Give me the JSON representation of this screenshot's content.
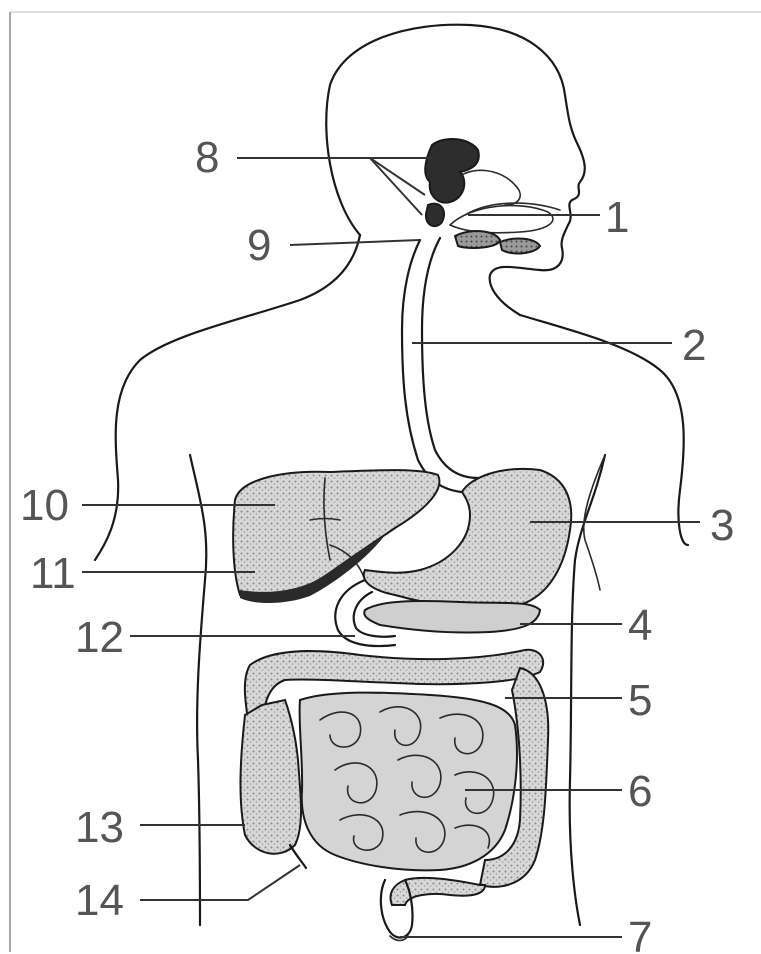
{
  "diagram": {
    "labels": [
      "1",
      "2",
      "3",
      "4",
      "5",
      "6",
      "7",
      "8",
      "9",
      "10",
      "11",
      "12",
      "13",
      "14"
    ],
    "colors": {
      "line": "#1a1a1a",
      "label": "#555555",
      "shade": "#b9b9b9",
      "dark": "#3a3a3a",
      "background": "#ffffff"
    }
  }
}
